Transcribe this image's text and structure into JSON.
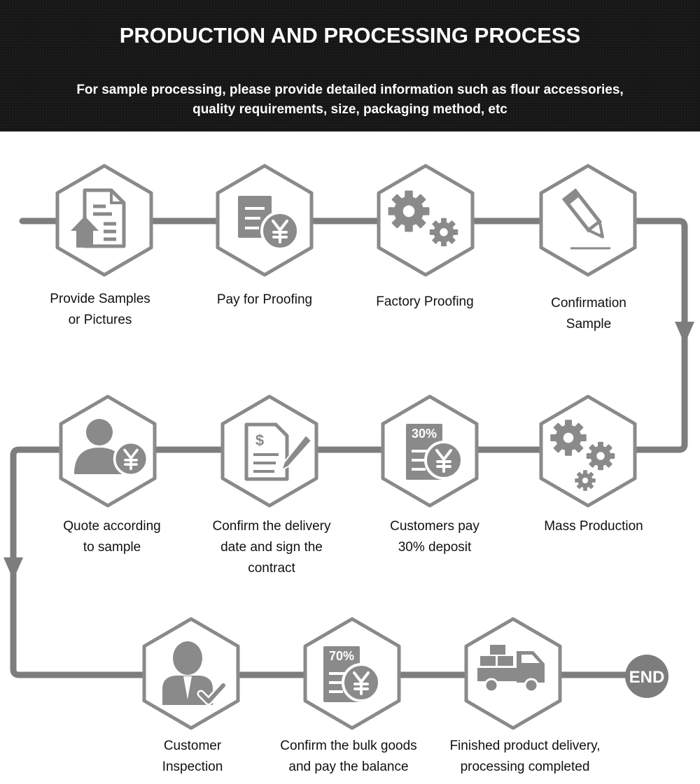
{
  "header": {
    "title": "PRODUCTION AND PROCESSING PROCESS",
    "subtitle_line1": "For sample processing, please provide detailed information such as flour accessories,",
    "subtitle_line2": "quality requirements, size, packaging method, etc"
  },
  "colors": {
    "header_bg": "#161616",
    "flow_gray": "#7d7d7d",
    "icon_gray": "#8a8a8a",
    "label_text": "#111111"
  },
  "steps": [
    {
      "icon": "document-upload-icon",
      "lines": [
        "Provide Samples",
        "or Pictures"
      ]
    },
    {
      "icon": "invoice-yen-icon",
      "lines": [
        "Pay for Proofing"
      ]
    },
    {
      "icon": "gears-icon",
      "lines": [
        "Factory Proofing"
      ]
    },
    {
      "icon": "pencil-icon",
      "lines": [
        "Confirmation",
        "Sample"
      ]
    },
    {
      "icon": "many-gears-icon",
      "lines": [
        "Mass Production"
      ]
    },
    {
      "icon": "deposit-30-yen-icon",
      "badge": "30%",
      "lines": [
        "Customers pay",
        "30% deposit"
      ]
    },
    {
      "icon": "contract-sign-icon",
      "lines": [
        "Confirm the delivery",
        "date and sign the",
        "contract"
      ]
    },
    {
      "icon": "person-yen-icon",
      "lines": [
        "Quote according",
        "to sample"
      ]
    },
    {
      "icon": "inspector-check-icon",
      "lines": [
        "Customer",
        "Inspection"
      ]
    },
    {
      "icon": "balance-70-yen-icon",
      "badge": "70%",
      "lines": [
        "Confirm the bulk goods",
        "and pay the balance"
      ]
    },
    {
      "icon": "delivery-truck-icon",
      "lines": [
        "Finished product delivery,",
        "processing completed"
      ]
    }
  ],
  "end_label": "END"
}
